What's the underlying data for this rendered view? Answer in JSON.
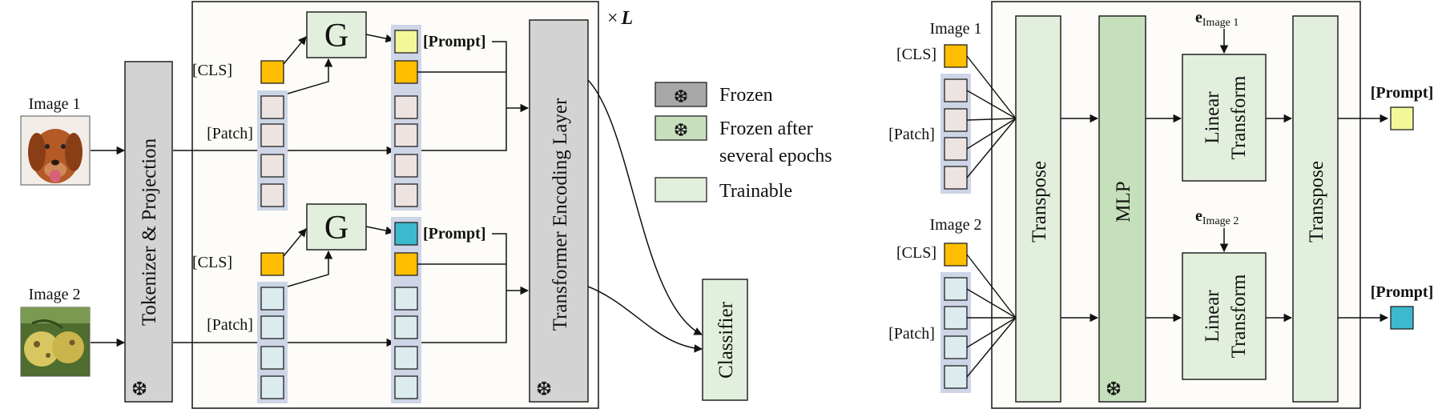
{
  "left": {
    "image1_label": "Image 1",
    "image2_label": "Image 2",
    "tokenizer_label": "Tokenizer & Projection",
    "cls_label": "[CLS]",
    "patch_label": "[Patch]",
    "generator_label": "G",
    "prompt_label": "[Prompt]",
    "encoder_label": "Transformer Encoding Layer",
    "repeat_label": "×",
    "repeat_var": "L",
    "classifier_label": "Classifier"
  },
  "legend": {
    "frozen": "Frozen",
    "frozen_after_1": "Frozen after",
    "frozen_after_2": "several epochs",
    "trainable": "Trainable"
  },
  "right": {
    "image1_label": "Image 1",
    "image2_label": "Image 2",
    "cls_label": "[CLS]",
    "patch_label": "[Patch]",
    "transpose_label": "Transpose",
    "mlp_label": "MLP",
    "linear_label_1": "Linear",
    "linear_label_2": "Transform",
    "e_symbol": "e",
    "e1_sub": "Image 1",
    "e2_sub": "Image 2",
    "prompt_label": "[Prompt]"
  },
  "icons": {
    "snowflake": "❆"
  },
  "colors": {
    "frozen_gray": "#d3d3d3",
    "trainable_green": "#e3efdd",
    "mlp_green": "#c6e0bc",
    "cls_orange": "#ffbe00",
    "prompt_yellow": "#f2f79a",
    "prompt_teal": "#3cb9cc",
    "patch_pink": "#ede4e2",
    "patch_blue": "#dcecee"
  }
}
